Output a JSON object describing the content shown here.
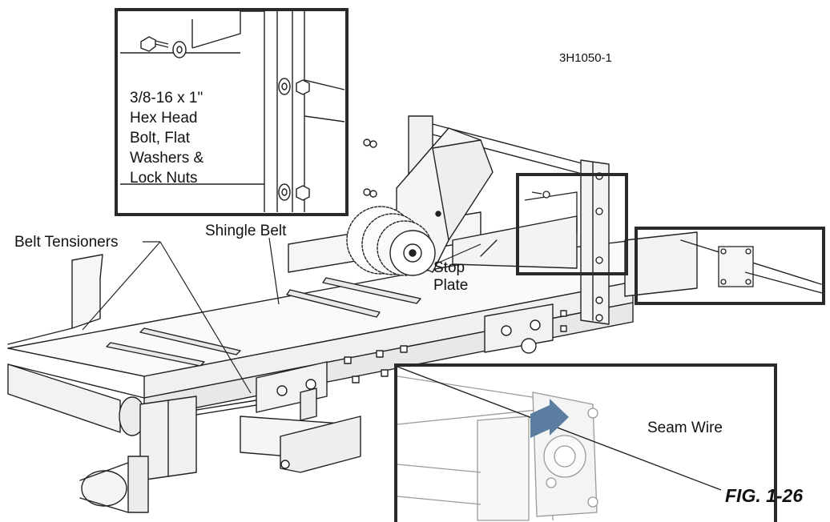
{
  "drawing_id": "3H1050-1",
  "figure_label": "FIG. 1-26",
  "callouts": {
    "hardware": [
      "3/8-16 x 1\"",
      "Hex Head",
      "Bolt, Flat",
      "Washers &",
      "Lock Nuts"
    ],
    "belt_tensioners": "Belt Tensioners",
    "shingle_belt": "Shingle Belt",
    "stop_plate": [
      "Stop",
      "Plate"
    ],
    "seam_wire": "Seam Wire"
  },
  "colors": {
    "line": "#222222",
    "frame": "#2a2a2a",
    "fill": "#f4f4f4",
    "faded": "#9a9a9a",
    "arrow": "#5b7d9f"
  }
}
